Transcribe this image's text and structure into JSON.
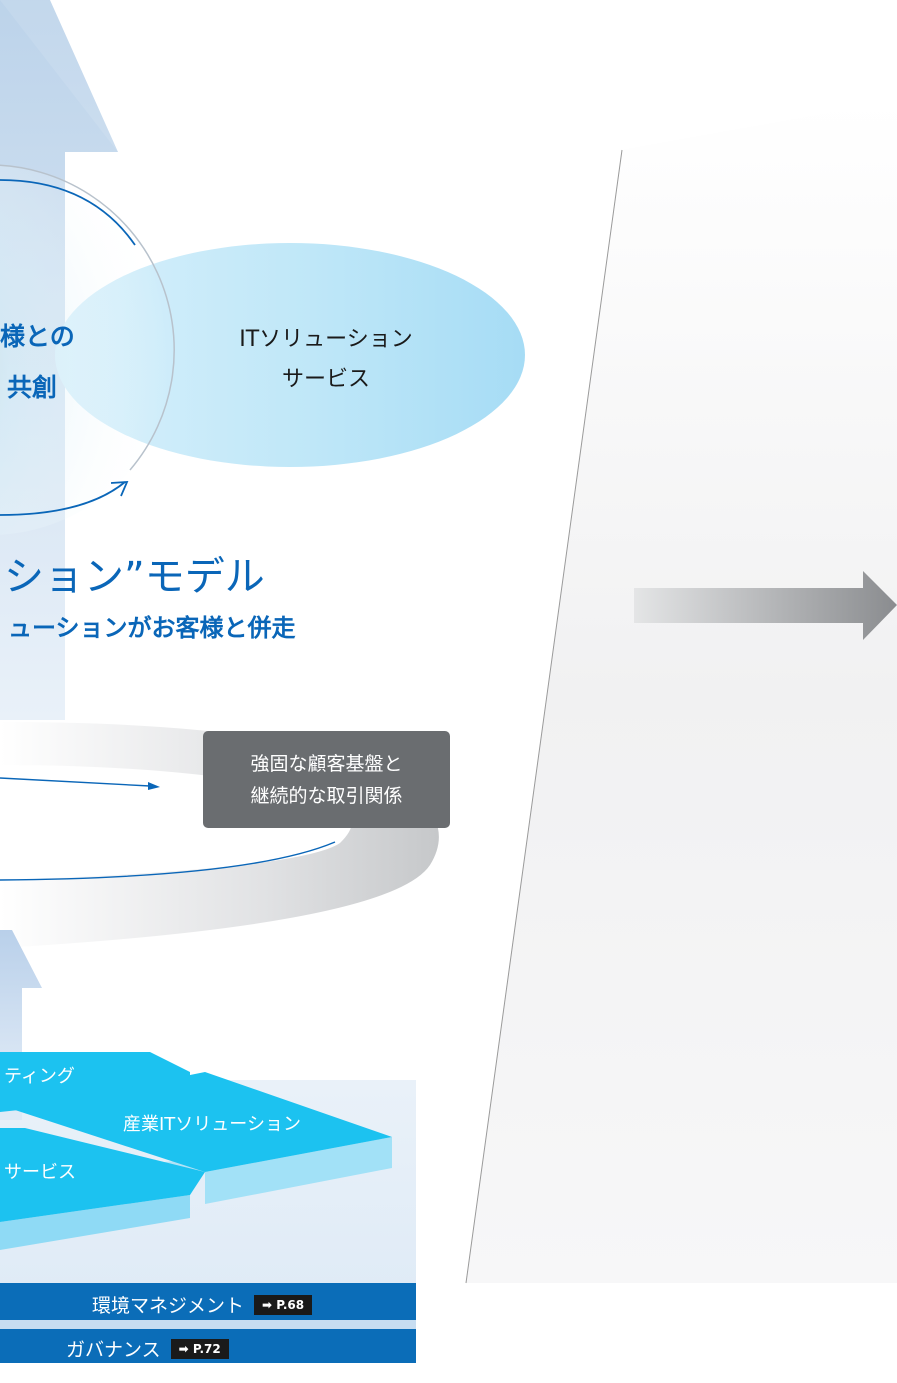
{
  "ellipse": {
    "line1": "ITソリューション",
    "line2": "サービス"
  },
  "cocreation": {
    "line1": "様との",
    "line2": "共創"
  },
  "model": {
    "title": "ション”モデル",
    "subtitle": "ューションがお客様と併走"
  },
  "customer_base": {
    "line1": "強固な顧客基盤と",
    "line2": "継続的な取引関係"
  },
  "tiles": {
    "top": "ティング",
    "middle": "産業ITソリューション",
    "bottom": "サービス"
  },
  "bars": [
    {
      "label": "環境マネジメント",
      "page": "➡ P.68"
    },
    {
      "label": "ガバナンス",
      "page": "➡ P.72"
    }
  ],
  "colors": {
    "brand_blue": "#0a66b8",
    "bar_blue": "#0b6db8",
    "tile_cyan": "#1cc2f0",
    "box_gray": "#6a6d70"
  }
}
